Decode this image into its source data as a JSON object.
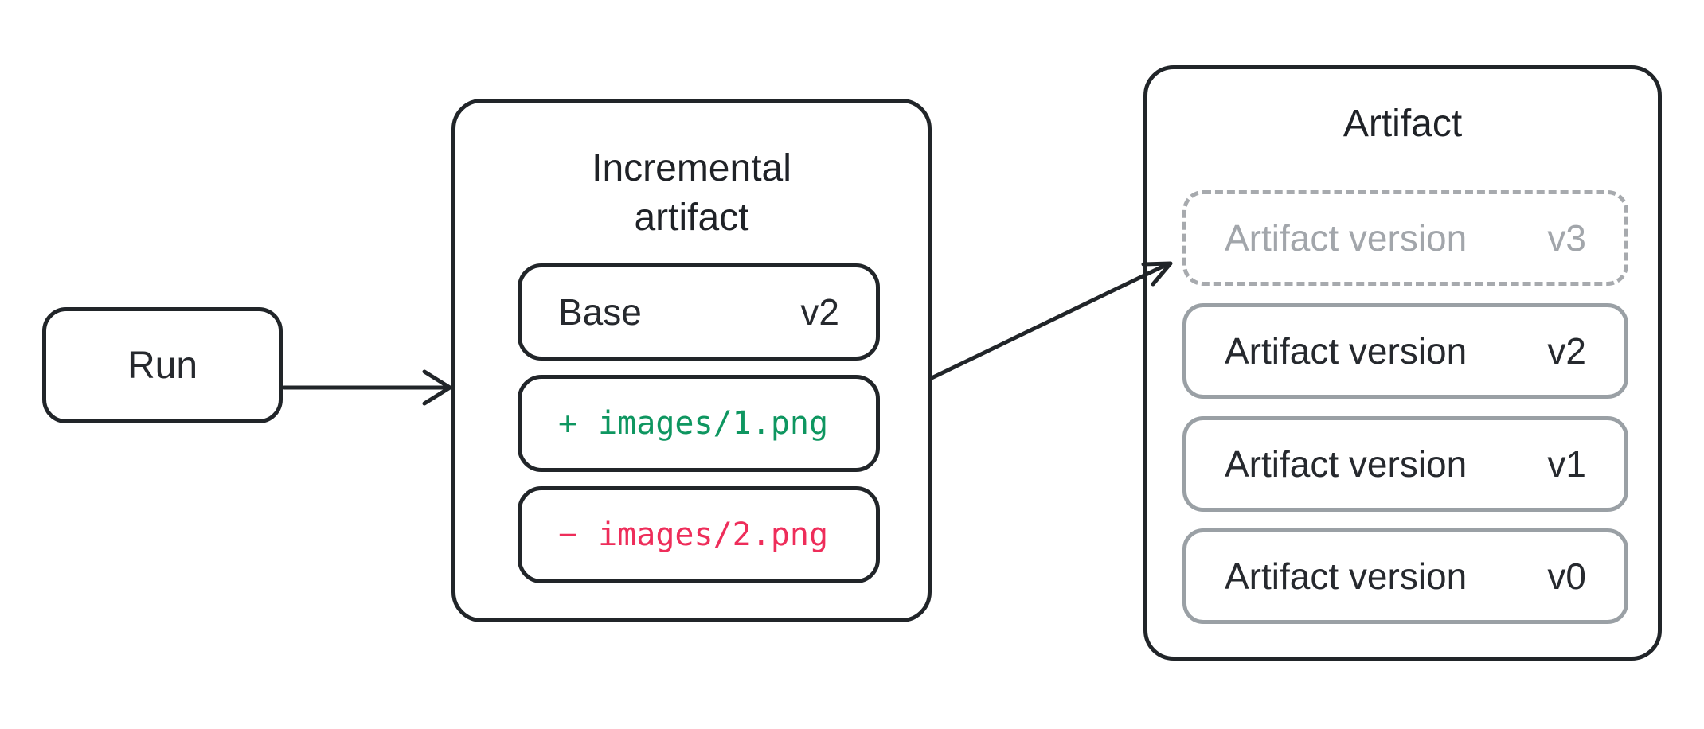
{
  "diagram": {
    "run_box": {
      "label": "Run"
    },
    "incremental_box": {
      "title_line1": "Incremental",
      "title_line2": "artifact",
      "base_row": {
        "label": "Base",
        "version": "v2"
      },
      "added_row": {
        "sign": "+",
        "path": "images/1.png"
      },
      "removed_row": {
        "sign": "−",
        "path": "images/2.png"
      }
    },
    "artifact_box": {
      "title": "Artifact",
      "pending_version": {
        "label": "Artifact version",
        "version": "v3"
      },
      "versions": [
        {
          "label": "Artifact version",
          "version": "v2"
        },
        {
          "label": "Artifact version",
          "version": "v1"
        },
        {
          "label": "Artifact version",
          "version": "v0"
        }
      ]
    },
    "colors": {
      "added_green": "#0e9660",
      "removed_red": "#ee2d5a",
      "stroke_dark": "#212529",
      "muted_gray": "#a2a6ab",
      "version_border_gray": "#9aa0a5"
    }
  }
}
